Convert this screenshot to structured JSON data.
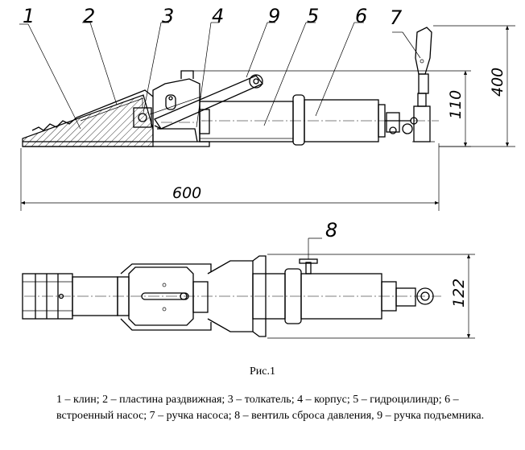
{
  "caption": "Рис.1",
  "legend": "1 – клин; 2 – пластина раздвижная; 3 – толкатель; 4 – корпус; 5 – гидроцилиндр; 6 – встроенный насос; 7 – ручка насоса; 8 – вентиль сброса давления, 9 – ручка подъемника.",
  "part_labels": [
    "1",
    "2",
    "3",
    "4",
    "9",
    "5",
    "6",
    "7",
    "8"
  ],
  "dimensions": {
    "length": "600",
    "height_total": "400",
    "height_body": "110",
    "width": "122"
  }
}
